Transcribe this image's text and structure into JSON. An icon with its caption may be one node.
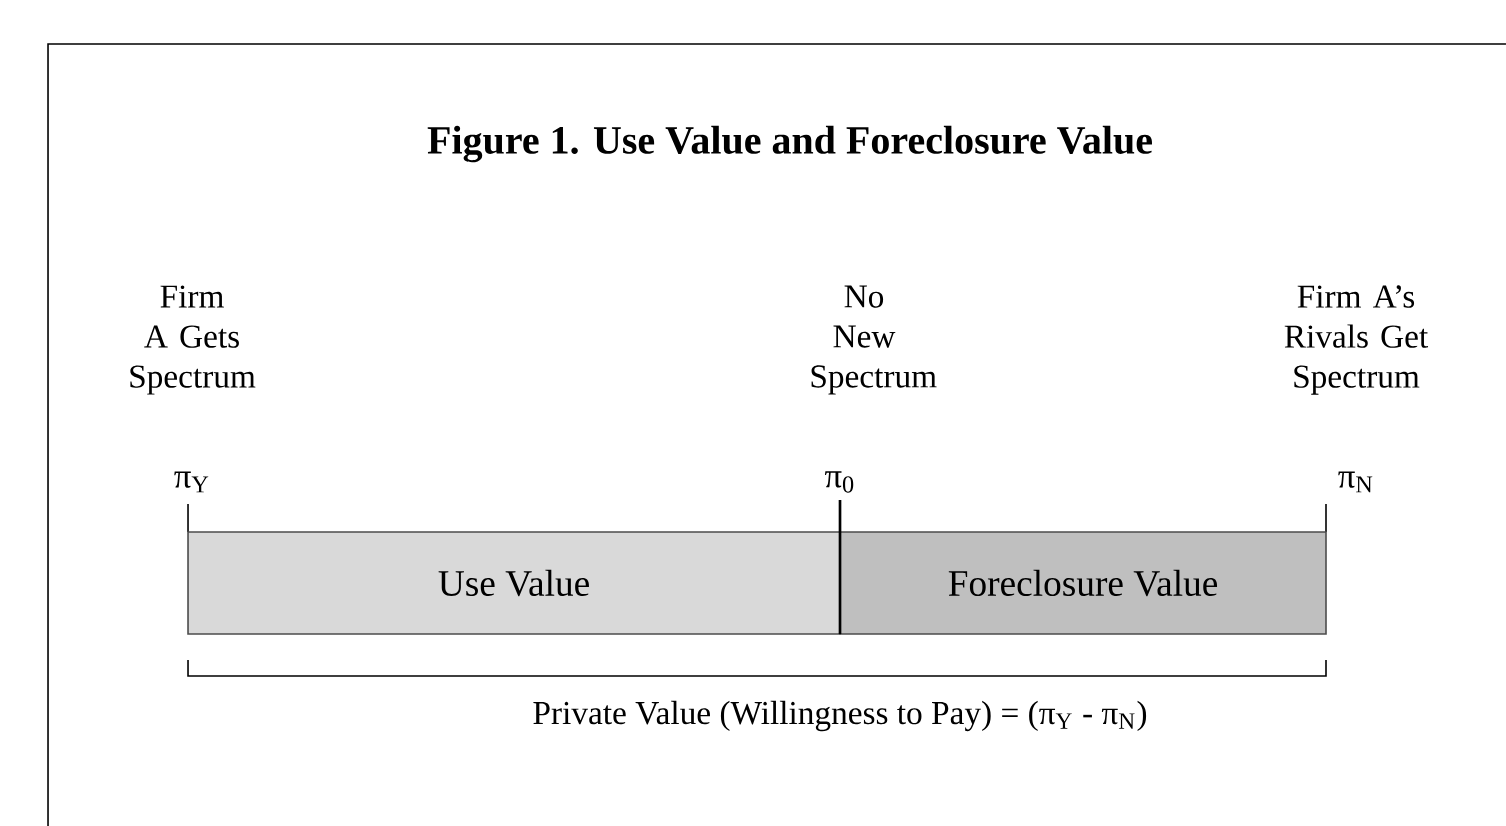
{
  "diagram": {
    "title": "Figure 1. Use Value and Foreclosure Value",
    "nodes": [
      {
        "text": [
          "Use Value"
        ]
      },
      {
        "text": [
          "Foreclosure Value"
        ]
      }
    ],
    "labels": [
      "Firm A Gets Spectrum",
      "No New Spectrum",
      "Firm A’s Rivals Get Spectrum",
      "π$_{Y}$",
      "π$_{0}$",
      "π$_{N}$",
      "Private Value (Willingness to Pay) = (π$_{Y}$ - π$_{N}$)"
    ]
  }
}
